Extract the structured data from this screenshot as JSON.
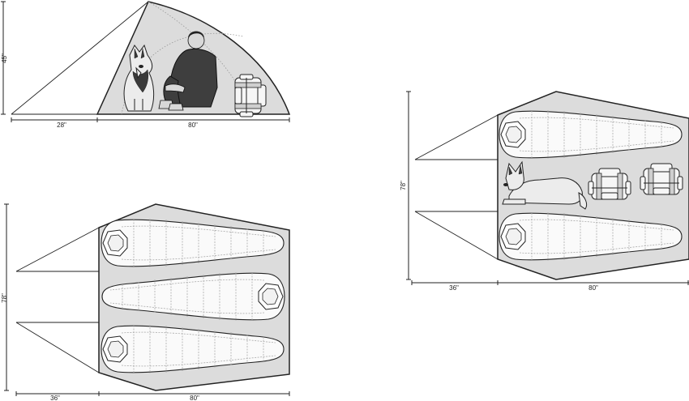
{
  "side_view": {
    "height_label": "45\"",
    "vestibule_label": "28\"",
    "length_label": "80\""
  },
  "floor_three_bags": {
    "width_label": "78\"",
    "vestibule_label": "36\"",
    "length_label": "80\""
  },
  "floor_two_bags_dog": {
    "width_label": "78\"",
    "vestibule_label": "36\"",
    "length_label": "80\""
  }
}
